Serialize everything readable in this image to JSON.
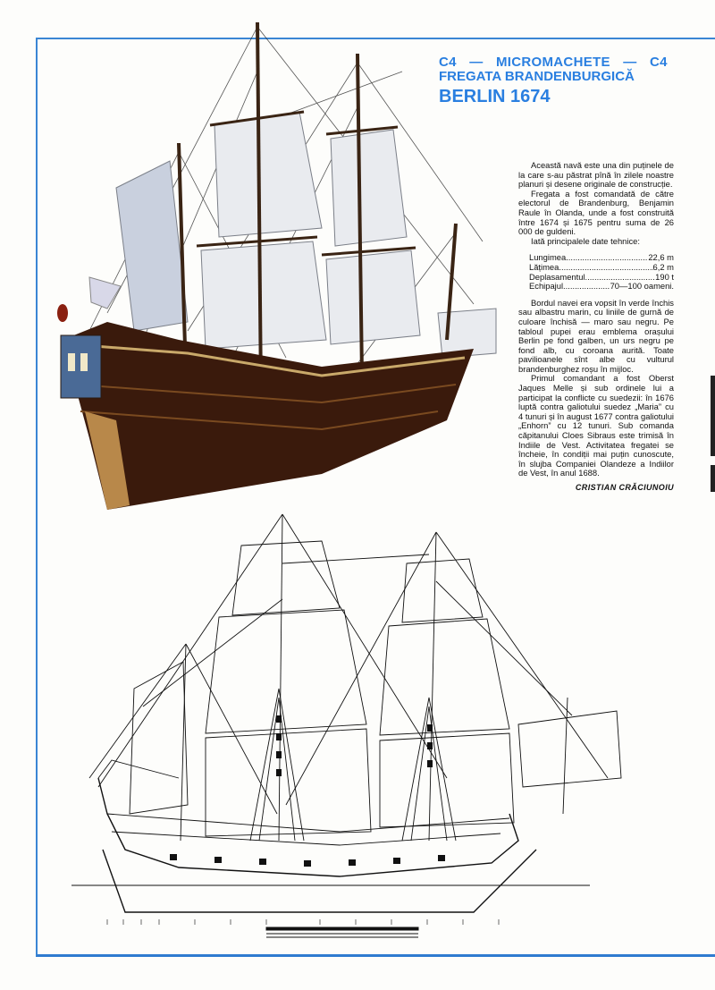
{
  "header": {
    "series_line": "C4 — MICROMACHETE — C4",
    "subtitle": "FREGATA BRANDENBURGICĂ",
    "title": "BERLIN 1674"
  },
  "article": {
    "paragraphs": [
      "Această navă este una din puținele de la care s-au păstrat pînă în zilele noastre planuri și desene originale de construcție.",
      "Fregata a fost comandată de către electorul de Brandenburg, Benjamin Raule în Olanda, unde a fost construită între 1674 și 1675 pentru suma de 26 000 de guldeni.",
      "Iată principalele date tehnice:"
    ],
    "specs": [
      {
        "label": "Lungimea",
        "value": "22,6 m"
      },
      {
        "label": "Lățimea",
        "value": "6,2 m"
      },
      {
        "label": "Deplasamentul",
        "value": "190 t"
      },
      {
        "label": "Echipajul",
        "value": "70—100 oameni."
      }
    ],
    "paragraphs_after": [
      "Bordul navei era vopsit în verde închis sau albastru marin, cu liniile de gurnă de culoare închisă — maro sau negru. Pe tabloul pupei erau emblema orașului Berlin pe fond galben, un urs negru pe fond alb, cu coroana aurită. Toate pavilioanele sînt albe cu vulturul brandenburghez roșu în mijloc.",
      "Primul comandant a fost Oberst Jaques Melle și sub ordinele lui a participat la conflicte cu suedezii: în 1676 luptă contra galiotului suedez „Maria” cu 4 tunuri și în august 1677 contra galiotului „Enhorn” cu 12 tunuri. Sub comanda căpitanului Cloes Sibraus este trimisă în Indiile de Vest. Activitatea fregatei se încheie, în condiții mai puțin cunoscute, în slujba Companiei Olandeze a Indiilor de Vest, în anul 1688."
    ],
    "author": "CRISTIAN CRĂCIUNOIU"
  },
  "figures": {
    "photo": "ship-model-photo",
    "plan": "ship-line-drawing-plan"
  },
  "colors": {
    "accent_blue": "#2a7fe0",
    "frame_blue": "#3a86d4",
    "hull_brown": "#3a1a0c"
  }
}
